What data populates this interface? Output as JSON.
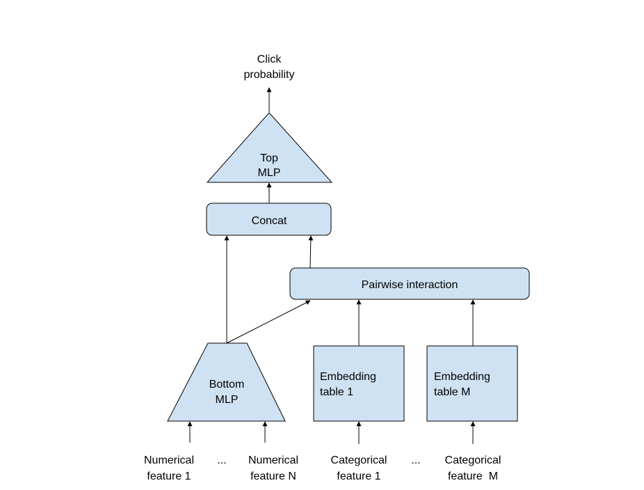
{
  "nodes": {
    "output_label": {
      "line1": "Click",
      "line2": "probability"
    },
    "top_mlp": {
      "line1": "Top",
      "line2": "MLP"
    },
    "concat": {
      "label": "Concat"
    },
    "pairwise": {
      "label": "Pairwise interaction"
    },
    "bottom_mlp": {
      "line1": "Bottom",
      "line2": "MLP"
    },
    "embedding_1": {
      "line1": "Embedding",
      "line2": "table 1"
    },
    "embedding_m": {
      "line1": "Embedding",
      "line2": "table M"
    }
  },
  "inputs": {
    "numerical_1": {
      "line1": "Numerical",
      "line2": "feature 1"
    },
    "numerical_ellipsis": "...",
    "numerical_n": {
      "line1": "Numerical",
      "line2": "feature N"
    },
    "categorical_1": {
      "line1": "Categorical",
      "line2": "feature 1"
    },
    "categorical_ellipsis": "...",
    "categorical_m": {
      "line1": "Categorical",
      "line2": "feature  M"
    }
  },
  "colors": {
    "node_fill": "#cfe2f3",
    "stroke": "#000000",
    "text": "#000000"
  }
}
